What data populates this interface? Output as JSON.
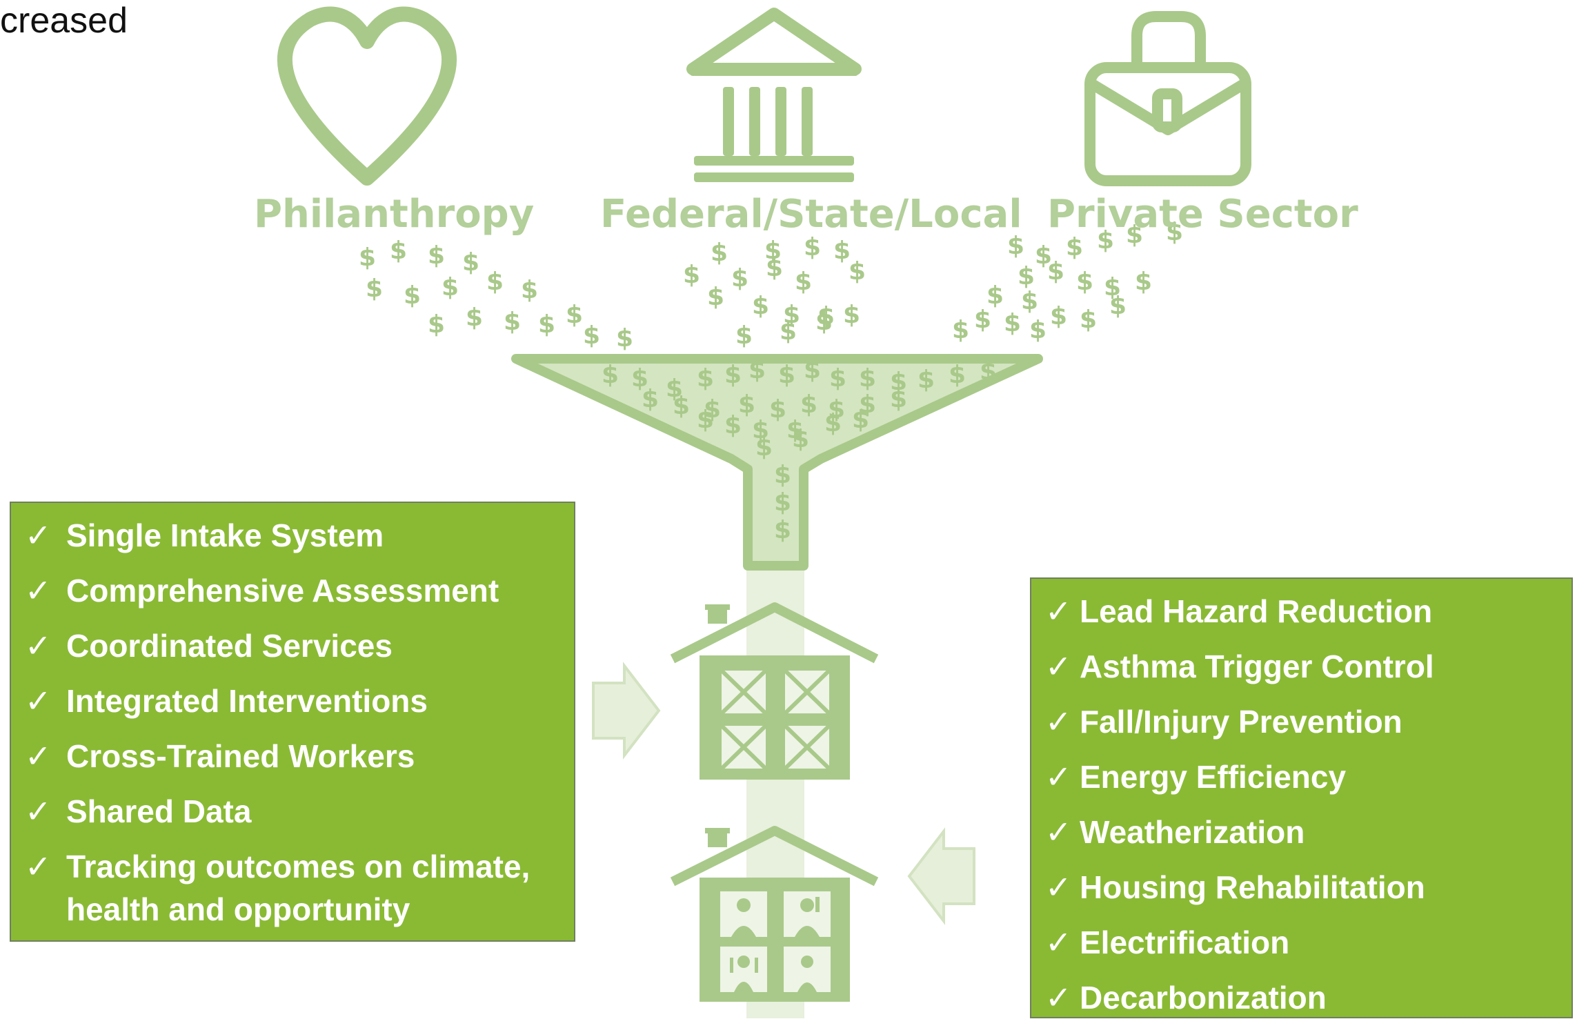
{
  "corner_text": "creased",
  "sources": [
    {
      "label": "Philanthropy",
      "icon": "heart-icon"
    },
    {
      "label": "Federal/State/Local",
      "icon": "government-building-icon"
    },
    {
      "label": "Private Sector",
      "icon": "briefcase-icon"
    }
  ],
  "symbols": {
    "dollar": "$",
    "check": "✓"
  },
  "left_panel": {
    "items": [
      "Single Intake System",
      "Comprehensive Assessment",
      "Coordinated Services",
      "Integrated Interventions",
      "Cross-Trained Workers",
      "Shared Data",
      "Tracking outcomes on climate, health and opportunity"
    ]
  },
  "right_panel": {
    "items": [
      "Lead Hazard Reduction",
      "Asthma Trigger Control",
      "Fall/Injury Prevention",
      "Energy Efficiency",
      "Weatherization",
      "Housing Rehabilitation",
      "Electrification",
      "Decarbonization"
    ]
  },
  "colors": {
    "icon_green": "#a9c98a",
    "light_green": "#c9ddb4",
    "panel_green": "#8aba34",
    "panel_text": "#ffffff"
  }
}
